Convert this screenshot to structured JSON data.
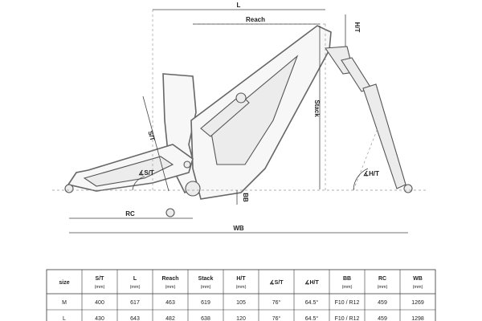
{
  "labels": {
    "L": "L",
    "reach": "Reach",
    "ht": "H/T",
    "stack": "Stack",
    "st": "S/T",
    "ast": "∡S/T",
    "aht": "∡H/T",
    "bb": "BB",
    "rc": "RC",
    "wb": "WB"
  },
  "table": {
    "headers": [
      {
        "name": "size",
        "unit": ""
      },
      {
        "name": "S/T",
        "unit": "(mm)"
      },
      {
        "name": "L",
        "unit": "(mm)"
      },
      {
        "name": "Reach",
        "unit": "(mm)"
      },
      {
        "name": "Stack",
        "unit": "(mm)"
      },
      {
        "name": "H/T",
        "unit": "(mm)"
      },
      {
        "name": "∡S/T",
        "unit": ""
      },
      {
        "name": "∡H/T",
        "unit": ""
      },
      {
        "name": "BB",
        "unit": "(mm)"
      },
      {
        "name": "RC",
        "unit": "(mm)"
      },
      {
        "name": "WB",
        "unit": "(mm)"
      }
    ],
    "rows": [
      [
        "M",
        "400",
        "617",
        "463",
        "619",
        "105",
        "76°",
        "64.5°",
        "F10 / R12",
        "459",
        "1269"
      ],
      [
        "L",
        "430",
        "643",
        "482",
        "638",
        "120",
        "76°",
        "64.5°",
        "F10 / R12",
        "459",
        "1298"
      ]
    ]
  },
  "colors": {
    "frame": "#f7f7f7",
    "line": "#444444"
  }
}
